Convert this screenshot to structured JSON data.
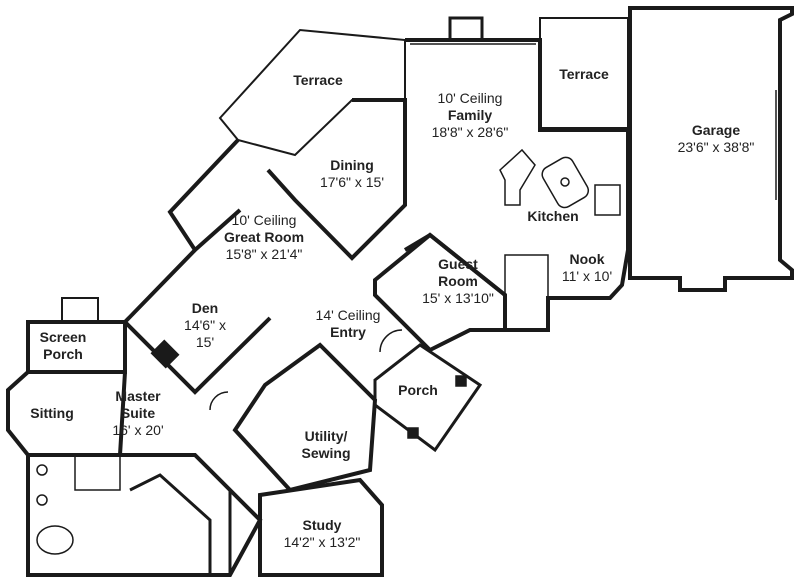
{
  "rooms": {
    "terrace_west": {
      "name": "Terrace"
    },
    "family": {
      "ceiling": "10' Ceiling",
      "name": "Family",
      "dims": "18'8\" x 28'6\""
    },
    "terrace_east": {
      "name": "Terrace"
    },
    "garage": {
      "name": "Garage",
      "dims": "23'6\" x 38'8\""
    },
    "dining": {
      "name": "Dining",
      "dims": "17'6\" x 15'"
    },
    "kitchen": {
      "name": "Kitchen"
    },
    "great_room": {
      "ceiling": "10' Ceiling",
      "name": "Great Room",
      "dims": "15'8\" x 21'4\""
    },
    "guest_room": {
      "name1": "Guest",
      "name2": "Room",
      "dims": "15' x 13'10\""
    },
    "nook": {
      "name": "Nook",
      "dims": "11' x 10'"
    },
    "den": {
      "name": "Den",
      "dims1": "14'6\" x",
      "dims2": "15'"
    },
    "entry": {
      "ceiling": "14' Ceiling",
      "name": "Entry"
    },
    "screen_porch": {
      "name1": "Screen",
      "name2": "Porch"
    },
    "porch": {
      "name": "Porch"
    },
    "master_suite": {
      "name1": "Master",
      "name2": "Suite",
      "dims": "16' x 20'"
    },
    "sitting": {
      "name": "Sitting"
    },
    "utility": {
      "name1": "Utility/",
      "name2": "Sewing"
    },
    "study": {
      "name": "Study",
      "dims": "14'2\" x 13'2\""
    }
  }
}
